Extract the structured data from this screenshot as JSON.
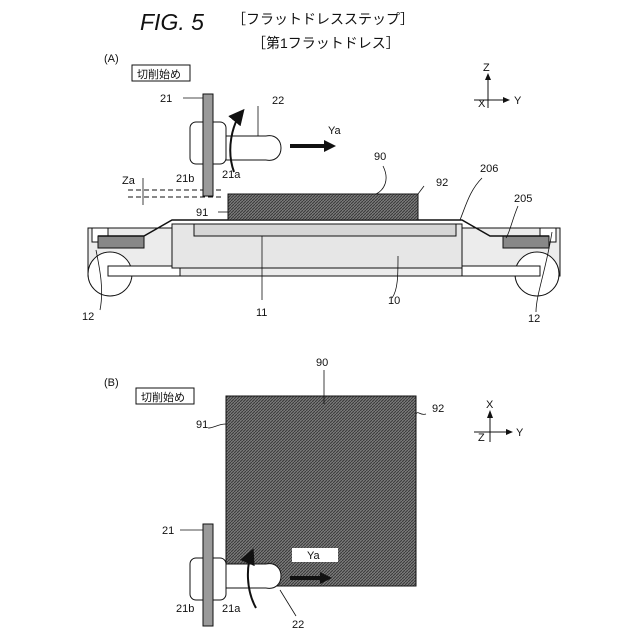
{
  "header": {
    "fig_label": "FIG. 5",
    "step_title": "［フラットドレスステップ］",
    "sub_title": "［第1フラットドレス］"
  },
  "panel_a": {
    "label": "(A)",
    "start_label": "切削始め",
    "refs": {
      "blade": "21",
      "spindle": "22",
      "direction": "Ya",
      "workpiece": "90",
      "side_92": "92",
      "film": "206",
      "clamp": "205",
      "blade_b": "21b",
      "blade_a": "21a",
      "offset": "Za",
      "side_91": "91",
      "table": "11",
      "base": "10",
      "wheel_left": "12",
      "wheel_right": "12"
    },
    "axes": {
      "z": "Z",
      "x": "X",
      "y": "Y"
    }
  },
  "panel_b": {
    "label": "(B)",
    "start_label": "切削始め",
    "refs": {
      "workpiece": "90",
      "side_92": "92",
      "side_91": "91",
      "blade": "21",
      "direction": "Ya",
      "blade_b": "21b",
      "blade_a": "21a",
      "spindle": "22"
    },
    "axes": {
      "x": "X",
      "z": "Z",
      "y": "Y"
    }
  },
  "colors": {
    "line": "#111111",
    "hatch": "#4d4d4d",
    "blade_gray": "#9a9a9a",
    "light_gray": "#e2e2e2",
    "mid_gray": "#8f8f8f"
  }
}
